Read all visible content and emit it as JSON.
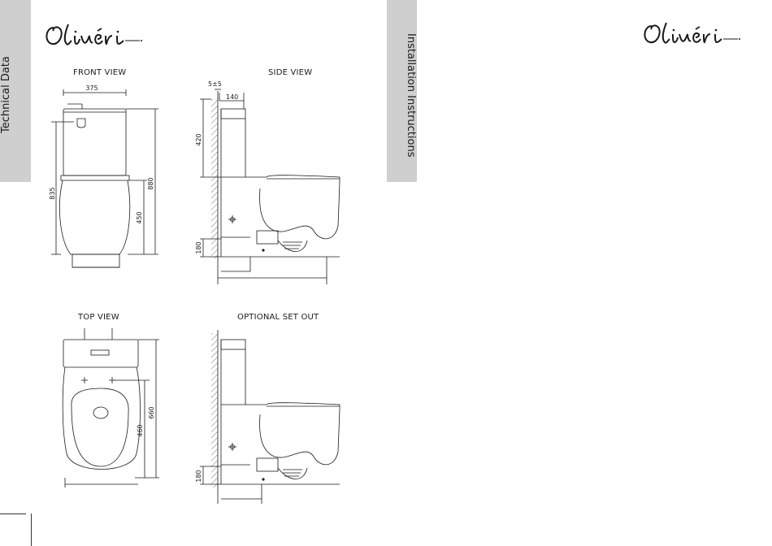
{
  "left_page": {
    "tab_label": "Technical Data",
    "brand": "Olivéri",
    "views": {
      "front": {
        "title": "FRONT VIEW",
        "dims": {
          "width": "375",
          "height_total": "835",
          "height_right": "880",
          "seat_height": "450"
        }
      },
      "side": {
        "title": "SIDE VIEW",
        "dims": {
          "gap": "5±5",
          "depth": "140",
          "cistern": "420",
          "outlet": "180"
        }
      },
      "top": {
        "title": "TOP VIEW",
        "dims": {
          "seat": "460",
          "length": "660"
        }
      },
      "optional": {
        "title": "OPTIONAL SET OUT",
        "dims": {
          "outlet": "180"
        }
      }
    }
  },
  "right_page": {
    "tab_label": "Installation Instructions",
    "brand": "Olivéri"
  }
}
